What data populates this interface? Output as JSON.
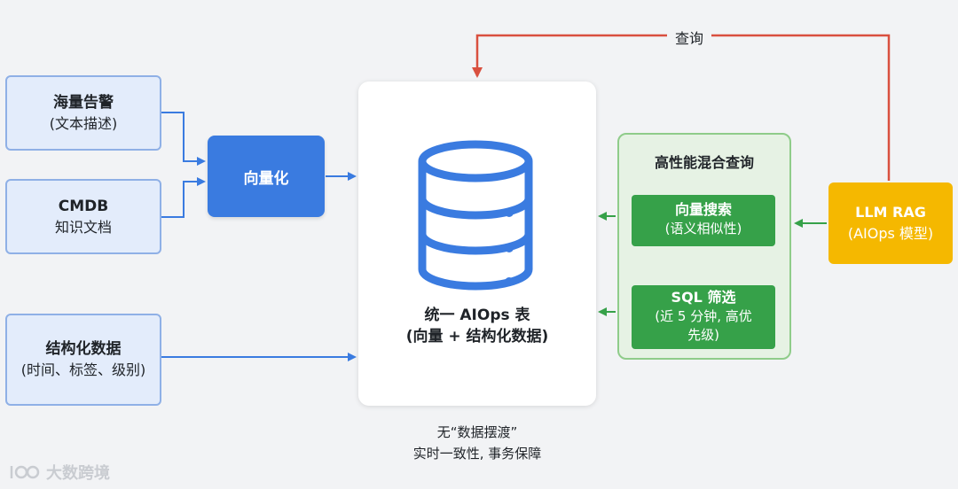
{
  "sources": {
    "alerts": {
      "title": "海量告警",
      "sub": "(文本描述)"
    },
    "cmdb": {
      "title": "CMDB",
      "sub": "知识文档"
    },
    "structured": {
      "title": "结构化数据",
      "sub": "(时间、标签、级别)"
    }
  },
  "vectorize": {
    "label": "向量化"
  },
  "table": {
    "title_line1": "统一 AIOps 表",
    "title_line2": "(向量 + 结构化数据)"
  },
  "caption": {
    "line1": "无“数据摆渡”",
    "line2": "实时一致性, 事务保障"
  },
  "hybrid": {
    "title": "高性能混合查询",
    "vector_search": {
      "title": "向量搜索",
      "sub": "(语义相似性)"
    },
    "sql_filter": {
      "title": "SQL 筛选",
      "sub_line1": "(近 5 分钟, 高优",
      "sub_line2": "先级)"
    }
  },
  "llm": {
    "title": "LLM RAG",
    "sub": "(AIOps 模型)"
  },
  "query_label": "查询",
  "watermark": "大数跨境",
  "colors": {
    "blue": "#3a7be0",
    "green": "#36a149",
    "red": "#d9503f",
    "yellow": "#f5b800",
    "light_blue": "#e3ecfb",
    "light_green": "#e6f2e4"
  }
}
